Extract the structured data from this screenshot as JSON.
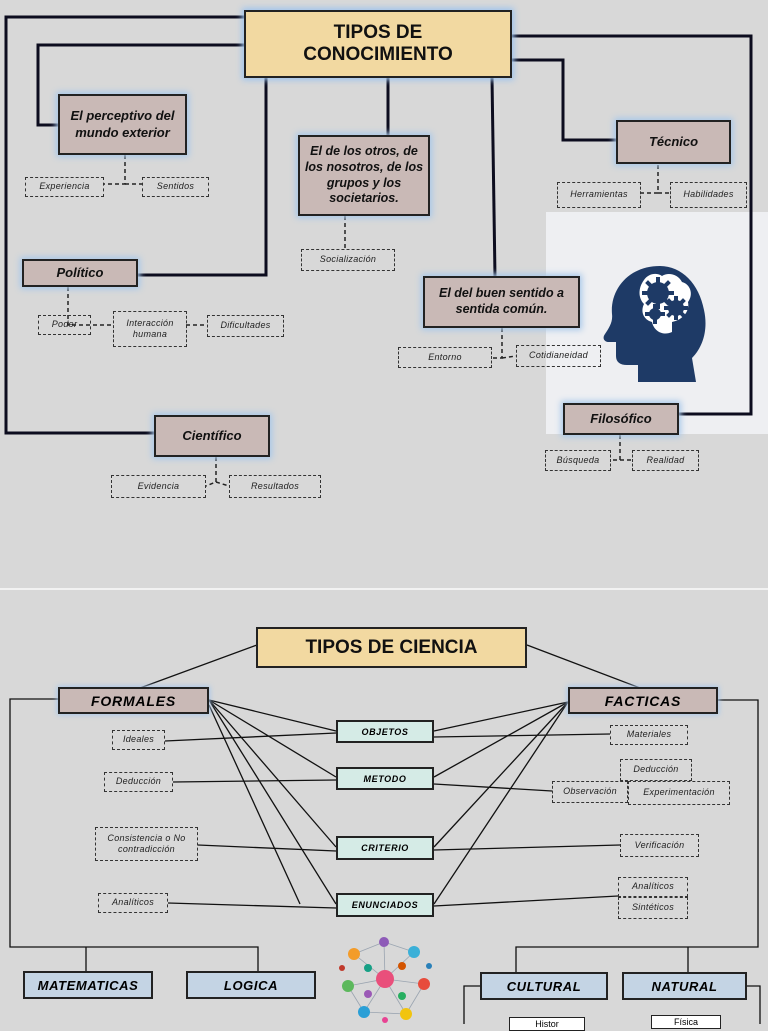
{
  "top": {
    "title": "TIPOS DE\nCONOCIMIENTO",
    "perceptivo": "El perceptivo del mundo exterior",
    "otros": "El de los otros, de los nosotros, de los grupos y los societarios.",
    "tecnico": "Técnico",
    "politico": "Político",
    "buen_sentido": "El del buen sentido a sentida común.",
    "cientifico": "Científico",
    "filosofico": "Filosófico",
    "experiencia": "Experiencia",
    "sentidos": "Sentidos",
    "socializacion": "Socialización",
    "herramientas": "Herramientas",
    "habilidades": "Habilidades",
    "poder": "Poder",
    "interaccion": "Interacción humana",
    "dificultades": "Dificultades",
    "entorno": "Entorno",
    "cotidianeidad": "Cotidianeidad",
    "evidencia": "Evidencia",
    "resultados": "Resultados",
    "busqueda": "Búsqueda",
    "realidad": "Realidad"
  },
  "bottom": {
    "title": "TIPOS DE CIENCIA",
    "formales": "FORMALES",
    "facticas": "FACTICAS",
    "objetos": "OBJETOS",
    "metodo": "METODO",
    "criterio": "CRITERIO",
    "enunciados": "ENUNCIADOS",
    "ideales": "Ideales",
    "deduccion_l": "Deducción",
    "consistencia": "Consistencia o No contradicción",
    "analiticos_l": "Analíticos",
    "materiales": "Materiales",
    "deduccion_r": "Deducción",
    "observacion": "Observación",
    "experimentacion": "Experimentación",
    "verificacion": "Verificación",
    "analiticos_r": "Analíticos",
    "sinteticos": "Sintéticos",
    "matematicas": "MATEMATICAS",
    "logica": "LOGICA",
    "cultural": "CULTURAL",
    "natural": "NATURAL",
    "historia_partial": "Histor",
    "fisica_partial": "Física"
  },
  "colors": {
    "title_fill": "#f2d9a1",
    "node_fill": "#c9b9b6",
    "mid_fill": "#d5ebe6",
    "cat_fill": "#c4d4e4",
    "glow": "#9ec4ee",
    "head_icon": "#1e3a66"
  },
  "icons": [
    "head-gears-icon",
    "science-network-icon"
  ]
}
